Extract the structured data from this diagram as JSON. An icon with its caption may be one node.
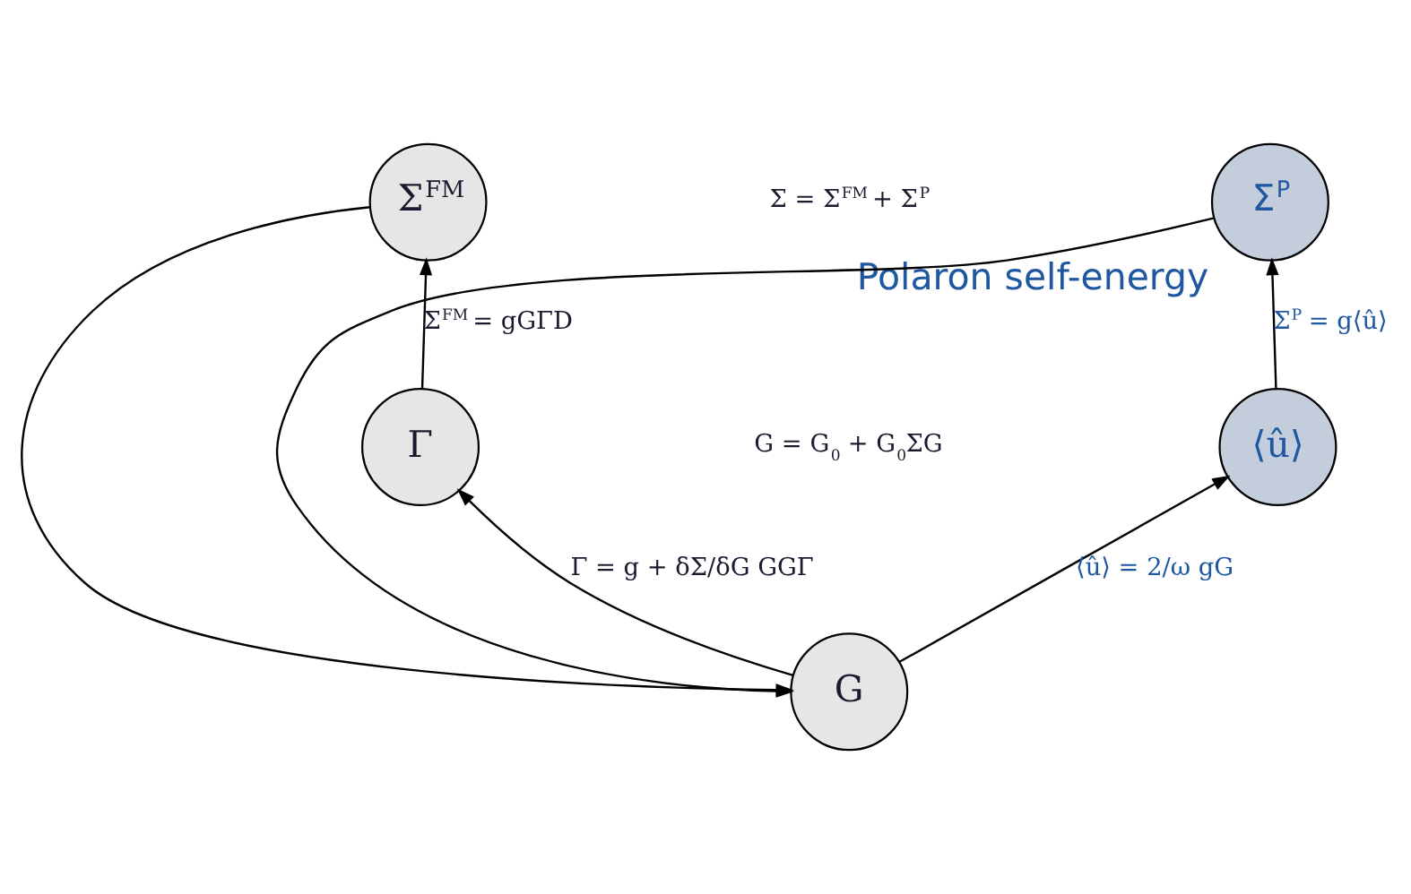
{
  "diagram": {
    "nodes": [
      {
        "text": [
          "Σ$^{FM}$"
        ]
      },
      {
        "text": [
          "Σ$^{P}$"
        ],
        "beside": [
          "Polaron self-energy"
        ]
      },
      {
        "text": [
          "Γ"
        ]
      },
      {
        "text": [
          "⟨û⟩"
        ]
      },
      {
        "text": [
          "G"
        ]
      }
    ],
    "edges": [
      {
        "from": 0,
        "to": 4,
        "arrow": "to"
      },
      {
        "from": 1,
        "to": 4,
        "arrow": "to"
      },
      {
        "from": 4,
        "to": 2,
        "arrow": "to",
        "label": "Γ = g + δΣ/δG GGΓ"
      },
      {
        "from": 2,
        "to": 0,
        "arrow": "to",
        "label": "Σ$^{FM}$ = gGΓD"
      },
      {
        "from": 4,
        "to": 3,
        "arrow": "to",
        "label": "⟨û⟩ = 2/ω gG"
      },
      {
        "from": 3,
        "to": 1,
        "arrow": "to",
        "label": "Σ$^{P}$ = g⟨û⟩"
      }
    ],
    "labels": [
      "Σ = Σ$^{FM}$ + Σ$^{P}$",
      "G = G$_{0}$ + G$_{0}$ΣG"
    ]
  }
}
